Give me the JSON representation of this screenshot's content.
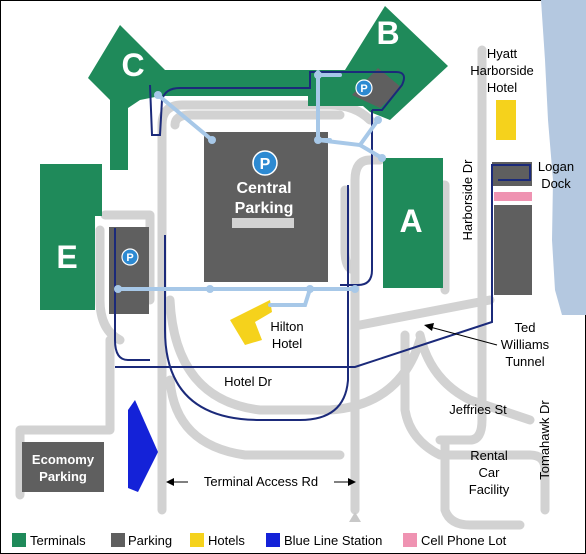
{
  "colors": {
    "background": "#ffffff",
    "water": "#b4c8e0",
    "terminal": "#1f8a5a",
    "parking": "#5f5f5f",
    "hotel": "#f5d21c",
    "blue_line_station": "#1422d8",
    "cell_phone_lot": "#ef93b2",
    "road": "#d2d2d2",
    "shuttle_route": "#1b2a7a",
    "walkway": "#a7c8e8",
    "parking_sign": "#2d8ad2"
  },
  "terminals": {
    "a": "A",
    "b": "B",
    "c": "C",
    "e": "E"
  },
  "parking_icon_label": "P",
  "labels": {
    "central_parking_line1": "Central",
    "central_parking_line2": "Parking",
    "hyatt_line1": "Hyatt",
    "hyatt_line2": "Harborside",
    "hyatt_line3": "Hotel",
    "logan_line1": "Logan",
    "logan_line2": "Dock",
    "harborside_dr": "Harborside Dr",
    "hilton_line1": "Hilton",
    "hilton_line2": "Hotel",
    "ted_line1": "Ted",
    "ted_line2": "Williams",
    "ted_line3": "Tunnel",
    "hotel_dr": "Hotel Dr",
    "jeffries_st": "Jeffries St",
    "tomahawk_dr": "Tomahawk Dr",
    "rental_line1": "Rental",
    "rental_line2": "Car",
    "rental_line3": "Facility",
    "economy_line1": "Ecomomy",
    "economy_line2": "Parking",
    "terminal_access_rd": "Terminal Access Rd"
  },
  "legend": [
    {
      "label": "Terminals",
      "color": "#1f8a5a"
    },
    {
      "label": "Parking",
      "color": "#5f5f5f"
    },
    {
      "label": "Hotels",
      "color": "#f5d21c"
    },
    {
      "label": "Blue Line Station",
      "color": "#1422d8"
    },
    {
      "label": "Cell Phone Lot",
      "color": "#ef93b2"
    }
  ]
}
